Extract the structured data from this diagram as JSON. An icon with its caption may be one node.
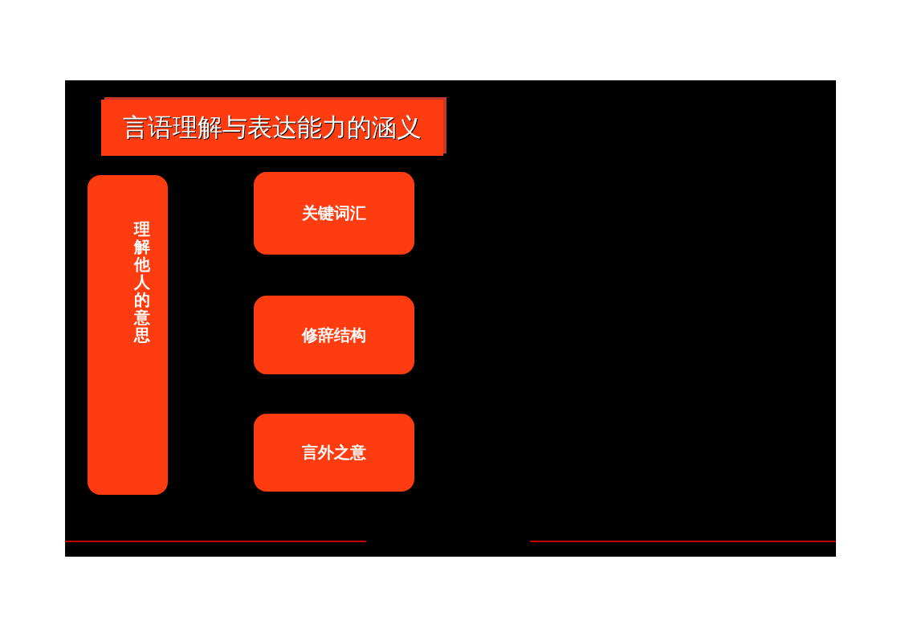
{
  "diagram": {
    "title": "言语理解与表达能力的涵义",
    "nodes": [
      {
        "text": [
          "理解他人的意思"
        ]
      },
      {
        "text": [
          "关键词汇"
        ]
      },
      {
        "text": [
          "修辞结构"
        ]
      },
      {
        "text": [
          "言外之意"
        ]
      }
    ]
  }
}
